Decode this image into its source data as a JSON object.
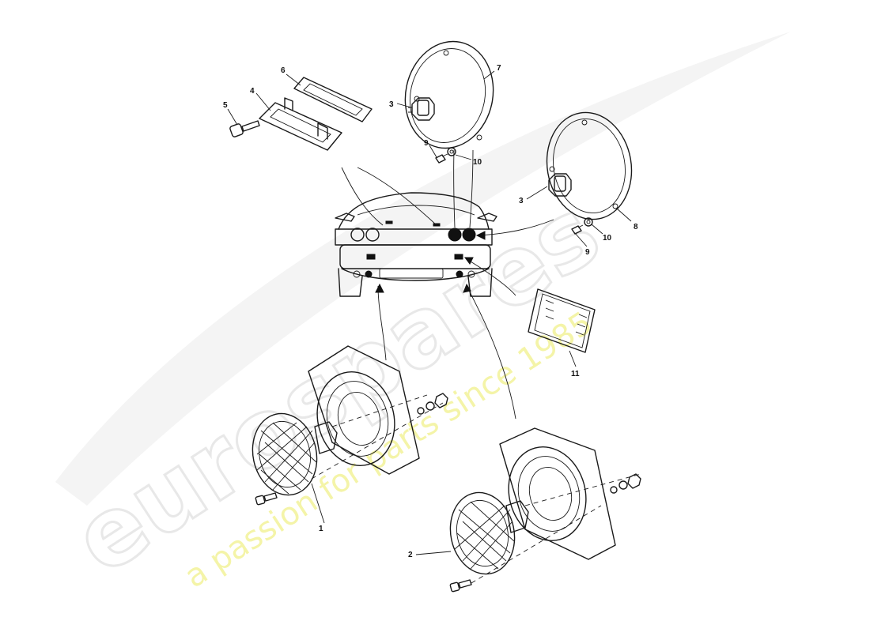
{
  "watermark": {
    "brand": "eurospares",
    "tagline": "a passion for parts since 1985",
    "brand_color": "#e8e8e8",
    "tagline_color": "#f3f39a"
  },
  "callouts": {
    "c1": "1",
    "c2": "2",
    "c3a": "3",
    "c3b": "3",
    "c4": "4",
    "c5": "5",
    "c6": "6",
    "c7": "7",
    "c8": "8",
    "c9a": "9",
    "c9b": "9",
    "c10a": "10",
    "c10b": "10",
    "c11": "11"
  }
}
